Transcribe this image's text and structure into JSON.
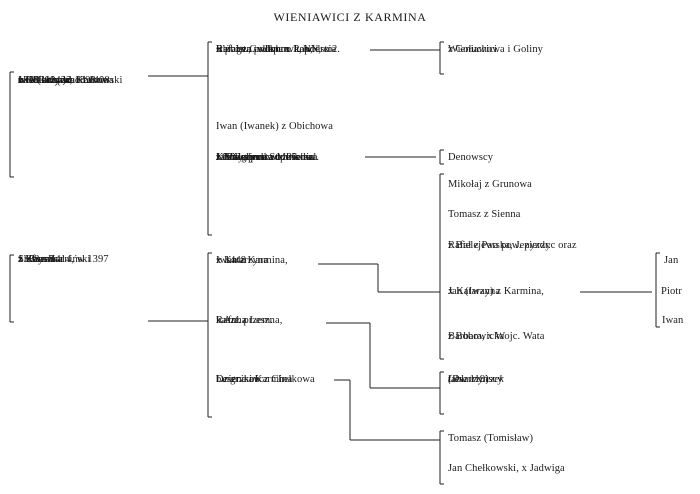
{
  "title": "WIENIAWICI Z KARMINA",
  "persons": {
    "iwo": [
      "Iwo (Iwan) z Karmina",
      "1388—1422",
      "wielkorządca krakowski",
      "ok. 1399, od 1398",
      "z Obichowa, od 1408",
      "z Gołuchowa",
      "x Katarzyna"
    ],
    "stefan": [
      "Stefan Karniński",
      "z Karmina",
      "1388—1414, w 1397",
      "z Leszna",
      "x Zbyszka"
    ],
    "rafal_goluchowa": [
      "Rafał z Gołuchowa, podsto-",
      "li pozn., podkom. kal.,",
      "star. gen. wlkp. x 1. NN, x 2.",
      "Elżbieta c. Jana z Powiercia"
    ],
    "iwan_obichowa": [
      "Iwan (Iwanek) z Obichowa"
    ],
    "jan_goly": [
      "Jan Goły ze Strzałkowa",
      "i Goliszewa w pow. kal.",
      "x Małgorzata c. Piotra",
      "Kmity, po owdowieniu",
      "ż. Przedpełka Mościca",
      "z Koźmina"
    ],
    "iwan_karmina": [
      "Iwan z Karmina,",
      "+ 1448",
      "x Katarzyna"
    ],
    "rafal_leszna": [
      "Rafał z Leszna,",
      "kaszt. przem.",
      "x Anna"
    ],
    "dzierzslaw": [
      "Dzierżsaw z Chełkowa",
      "Leszna i Karmina",
      "burgr. kośc."
    ],
    "wieniawici": [
      "Wieniawici",
      "z Gołuchowa i Goliny"
    ],
    "denowscy": [
      "Denowscy"
    ],
    "mikolaj": [
      "Mikołaj z Grunowa"
    ],
    "tomasz_sienna": [
      "Tomasz z Sienna"
    ],
    "rafal_parska": [
      "Rafał z Parska, Jezierzyc oraz",
      "z Bielejewa pow. pyzdr."
    ],
    "jan_iwan": [
      "Jan (Iwan) z Karmina,",
      "x Katarzyna"
    ],
    "barbara": [
      "Barbara, x Wojc. Wata",
      "z Bobowicka"
    ],
    "leszczynscy": [
      "Leszczyńscy",
      "(Dworzaczek",
      "tabl. 119)"
    ],
    "tomasz_tomislaw": [
      "Tomasz (Tomisław)"
    ],
    "jan_chelkowski": [
      "Jan Chełkowski, x Jadwiga"
    ],
    "jan_child": [
      "Jan"
    ],
    "piotr_child": [
      "Piotr"
    ],
    "iwan_child": [
      "Iwan"
    ]
  }
}
